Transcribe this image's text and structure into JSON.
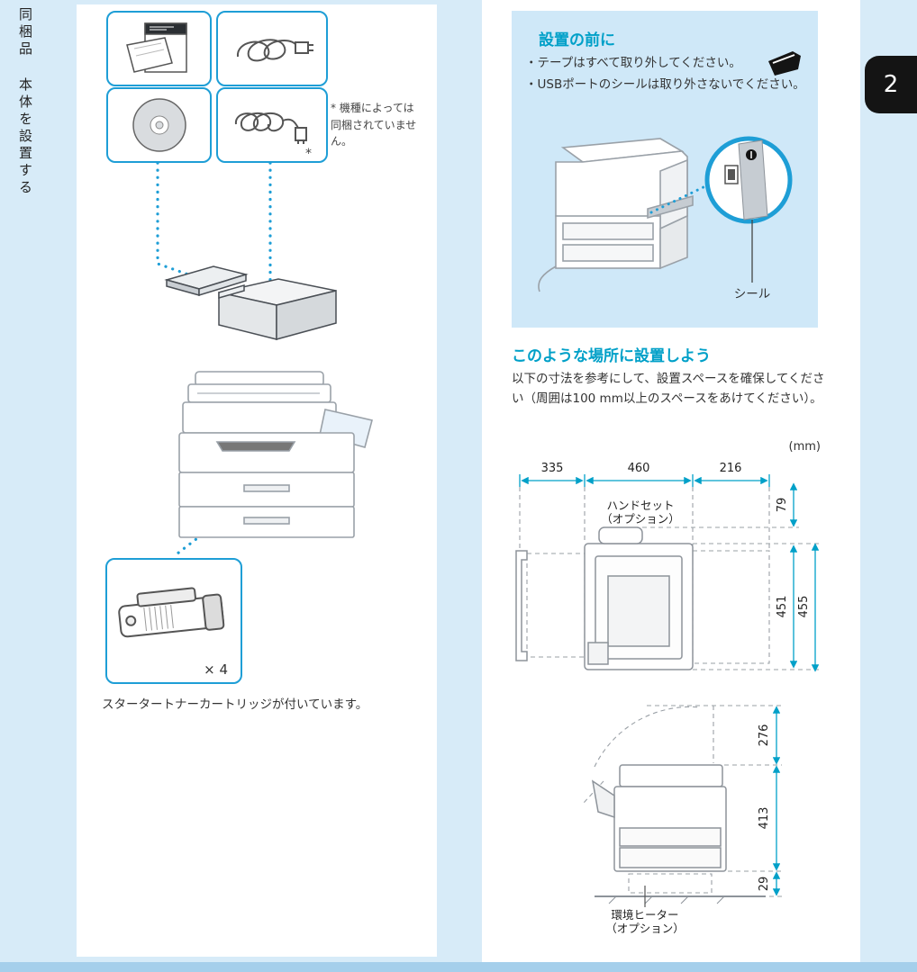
{
  "page": {
    "number": "2"
  },
  "sidebar": {
    "section1": "同梱品",
    "section2": "本体を設置する"
  },
  "left": {
    "model_note": "* 機種によっては同梱されていません。",
    "box4_asterisk": "*",
    "toner_qty": "× 4",
    "caption": "スタータートナーカートリッジが付いています。"
  },
  "right": {
    "before": {
      "title": "設置の前に",
      "bullet1": "・テープはすべて取り外してください。",
      "bullet2": "・USBポートのシールは取り外さないでください。",
      "seal_label": "シール"
    },
    "place": {
      "title": "このような場所に設置しよう",
      "body": "以下の寸法を参考にして、設置スペースを確保してください（周囲は100 mm以上のスペースをあけてください）。",
      "unit": "(mm)",
      "handset_line1": "ハンドセット",
      "handset_line2": "（オプション）",
      "heater_line1": "環境ヒーター",
      "heater_line2": "（オプション）",
      "top_view": {
        "w_left": "335",
        "w_center": "460",
        "w_right": "216",
        "h_top": "79",
        "h_inner": "451",
        "h_outer": "455"
      },
      "side_view": {
        "h_swing": "276",
        "h_body": "413",
        "h_heater": "29"
      }
    }
  }
}
